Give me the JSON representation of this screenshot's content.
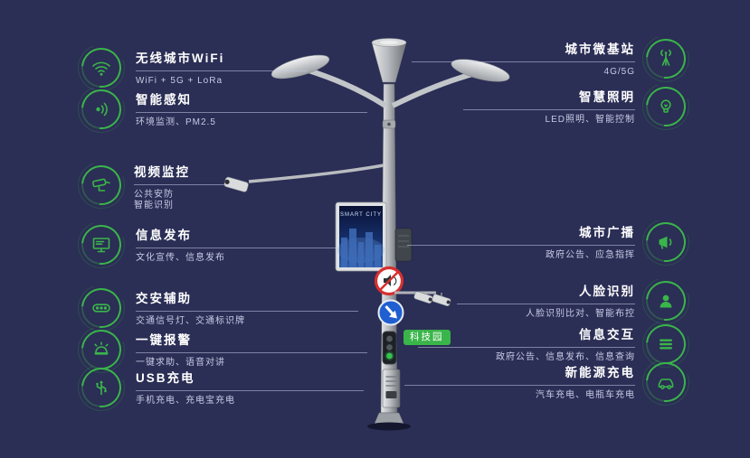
{
  "colors": {
    "accent": "#3ab54a",
    "background": "#2b2e55"
  },
  "left_items": [
    {
      "title": "无线城市WiFi",
      "subtitle": "WiFi + 5G + LoRa",
      "icon": "wifi-icon"
    },
    {
      "title": "智能感知",
      "subtitle": "环境监测、PM2.5",
      "icon": "sensor-icon"
    },
    {
      "title": "视频监控",
      "subtitle": "公共安防\n智能识别",
      "icon": "cctv-icon"
    },
    {
      "title": "信息发布",
      "subtitle": "文化宣传、信息发布",
      "icon": "screen-icon"
    },
    {
      "title": "交安辅助",
      "subtitle": "交通信号灯、交通标识牌",
      "icon": "traffic-signal-icon"
    },
    {
      "title": "一键报警",
      "subtitle": "一键求助、语音对讲",
      "icon": "alarm-icon"
    },
    {
      "title": "USB充电",
      "subtitle": "手机充电、充电宝充电",
      "icon": "usb-icon"
    }
  ],
  "right_items": [
    {
      "title": "城市微基站",
      "subtitle": "4G/5G",
      "icon": "antenna-icon"
    },
    {
      "title": "智慧照明",
      "subtitle": "LED照明、智能控制",
      "icon": "bulb-icon"
    },
    {
      "title": "城市广播",
      "subtitle": "政府公告、应急指挥",
      "icon": "speaker-icon"
    },
    {
      "title": "人脸识别",
      "subtitle": "人脸识别比对、智能布控",
      "icon": "face-recognition-icon"
    },
    {
      "title": "信息交互",
      "subtitle": "政府公告、信息发布、信息查询",
      "icon": "info-bars-icon"
    },
    {
      "title": "新能源充电",
      "subtitle": "汽车充电、电瓶车充电",
      "icon": "ev-charging-icon"
    }
  ],
  "pole": {
    "screen_text": "SMART CITY",
    "tag_label": "科技园"
  }
}
